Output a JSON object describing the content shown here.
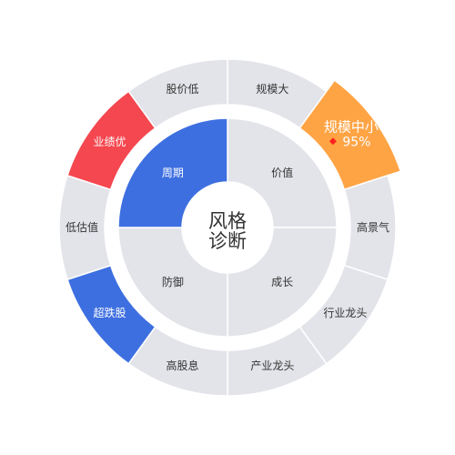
{
  "chart_data": {
    "type": "sunburst",
    "center_label": [
      "风格",
      "诊断"
    ],
    "inner_ring": [
      {
        "label": "价值",
        "highlighted": false
      },
      {
        "label": "成长",
        "highlighted": false
      },
      {
        "label": "防御",
        "highlighted": false
      },
      {
        "label": "周期",
        "highlighted": true
      }
    ],
    "outer_ring": [
      {
        "label": "规模大",
        "highlighted": false
      },
      {
        "label": "规模中小",
        "highlighted": true,
        "value": "95%",
        "emphasis": "selected"
      },
      {
        "label": "高景气",
        "highlighted": false
      },
      {
        "label": "行业龙头",
        "highlighted": false
      },
      {
        "label": "产业龙头",
        "highlighted": false
      },
      {
        "label": "高股息",
        "highlighted": false
      },
      {
        "label": "超跌股",
        "highlighted": true
      },
      {
        "label": "低估值",
        "highlighted": false
      },
      {
        "label": "业绩优",
        "highlighted": true
      },
      {
        "label": "股价低",
        "highlighted": false
      }
    ]
  },
  "colors": {
    "segment_default": "#e3e4ea",
    "inner_highlight": "#3d6fe0",
    "outer_blue": "#3d6fe0",
    "outer_red": "#f5474f",
    "outer_orange": "#ffa445",
    "value_marker": "#ff2020",
    "center_disc": "#ffffff"
  }
}
